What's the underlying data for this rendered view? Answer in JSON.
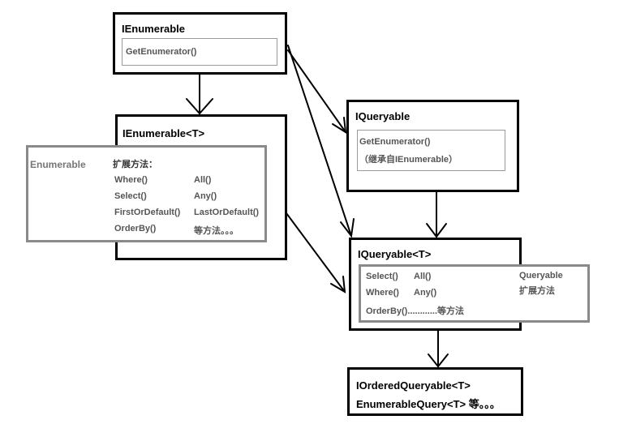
{
  "ienumerable": {
    "title": "IEnumerable",
    "method": "GetEnumerator()"
  },
  "ienumerable_t": {
    "title": "IEnumerable<T>"
  },
  "enumerable": {
    "title": "Enumerable",
    "header": "扩展方法：",
    "col1": [
      "Where()",
      "Select()",
      "FirstOrDefault()",
      "OrderBy()"
    ],
    "col2": [
      "All()",
      "Any()",
      "LastOrDefault()",
      "等方法。。。"
    ]
  },
  "iqueryable": {
    "title": "IQueryable",
    "method": "GetEnumerator()",
    "note": "（继承自IEnumerable）"
  },
  "iqueryable_t": {
    "title": "IQueryable<T>",
    "col1": [
      "Select()",
      "Where()",
      "OrderBy()............等方法"
    ],
    "col2": [
      "All()",
      "Any()"
    ],
    "ext_title": "Queryable",
    "ext_label": "扩展方法"
  },
  "ordered": {
    "line1": "IOrderedQueryable<T>",
    "line2": "EnumerableQuery<T> 等。。。"
  }
}
